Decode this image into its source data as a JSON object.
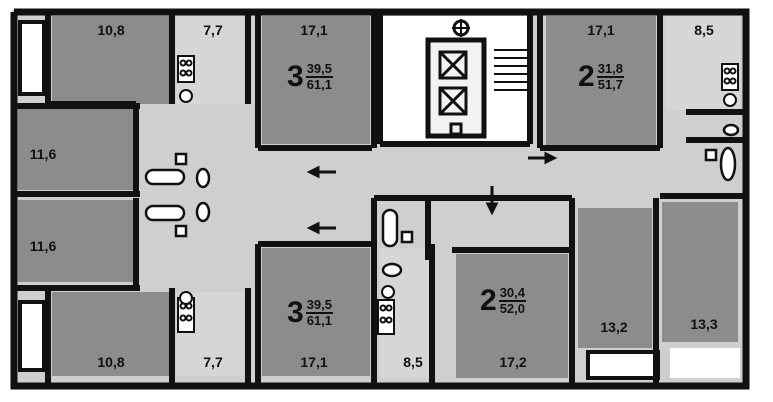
{
  "rooms": {
    "tl_room": "10,8",
    "tl_kitchen": "7,7",
    "tl_big": "17,1",
    "left_upper": "11,6",
    "left_lower": "11,6",
    "bl_room": "10,8",
    "bl_kitchen": "7,7",
    "bl_big": "17,1",
    "tr_big": "17,1",
    "tr_kitchen": "8,5",
    "bc_kitchen": "8,5",
    "bc_big": "17,2",
    "br_room1": "13,2",
    "br_room2": "13,3"
  },
  "apartments": [
    {
      "rooms": "3",
      "living": "39,5",
      "total": "61,1"
    },
    {
      "rooms": "3",
      "living": "39,5",
      "total": "61,1"
    },
    {
      "rooms": "2",
      "living": "31,8",
      "total": "51,7"
    },
    {
      "rooms": "2",
      "living": "30,4",
      "total": "52,0"
    }
  ],
  "colors": {
    "wall": "#111111",
    "room_fill": "#8c8c8c",
    "corridor_fill": "#cfcfcf",
    "background": "#ffffff"
  }
}
